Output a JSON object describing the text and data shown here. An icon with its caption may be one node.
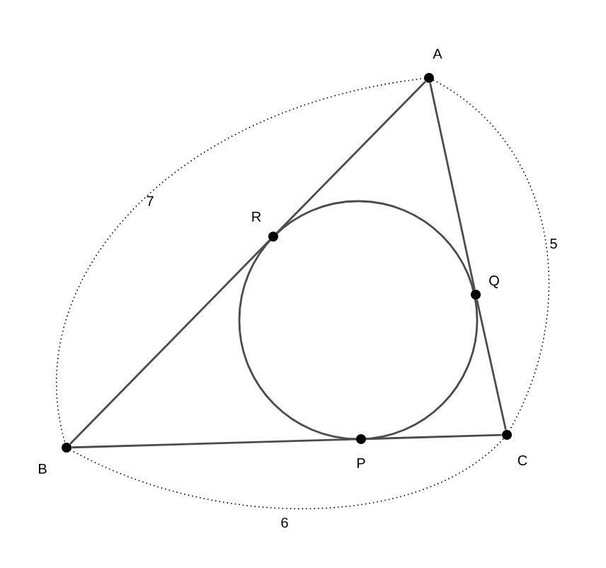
{
  "diagram": {
    "nodes": [
      {
        "text": [
          "A"
        ]
      },
      {
        "text": [
          "B"
        ]
      },
      {
        "text": [
          "C"
        ]
      },
      {
        "text": [
          "P"
        ]
      },
      {
        "text": [
          "Q"
        ]
      },
      {
        "text": [
          "R"
        ]
      }
    ],
    "edges": [
      {
        "from": 0,
        "to": 5,
        "arrow": "none"
      },
      {
        "from": 5,
        "to": 1,
        "arrow": "none"
      },
      {
        "from": 1,
        "to": 3,
        "arrow": "none"
      },
      {
        "from": 3,
        "to": 2,
        "arrow": "none"
      },
      {
        "from": 2,
        "to": 4,
        "arrow": "none"
      },
      {
        "from": 4,
        "to": 0,
        "arrow": "none"
      }
    ],
    "labels": [
      "7",
      "5",
      "6"
    ]
  }
}
